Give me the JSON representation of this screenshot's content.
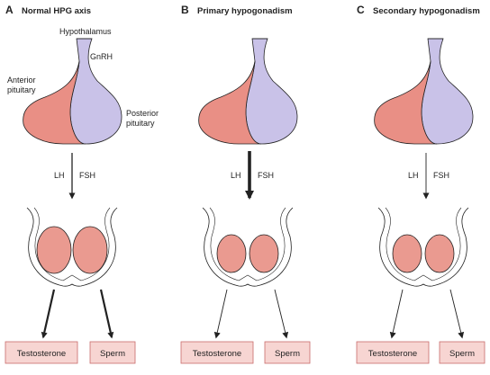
{
  "colors": {
    "anterior_fill": "#e98f85",
    "posterior_fill": "#c9c2e8",
    "output_box_fill": "#f7d5d2",
    "output_box_stroke": "#c96b6b",
    "testis_fill": "#ea9a90",
    "scrotum_fill": "#ffffff",
    "line": "#222222"
  },
  "panels": [
    {
      "letter": "A",
      "title": "Normal HPG axis",
      "hypothalamus_label": "Hypothalamus",
      "gnrh_label": "GnRH",
      "anterior_label_line1": "Anterior",
      "anterior_label_line2": "pituitary",
      "posterior_label_line1": "Posterior",
      "posterior_label_line2": "pituitary",
      "lh_label": "LH",
      "fsh_label": "FSH",
      "hormone_arrow": "normal",
      "output_arrows": "thick",
      "testosterone_label": "Testosterone",
      "sperm_label": "Sperm"
    },
    {
      "letter": "B",
      "title": "Primary hypogonadism",
      "lh_label": "LH",
      "fsh_label": "FSH",
      "hormone_arrow": "thick",
      "output_arrows": "thin",
      "testosterone_label": "Testosterone",
      "sperm_label": "Sperm"
    },
    {
      "letter": "C",
      "title": "Secondary hypogonadism",
      "lh_label": "LH",
      "fsh_label": "FSH",
      "hormone_arrow": "thin",
      "output_arrows": "thin",
      "testosterone_label": "Testosterone",
      "sperm_label": "Sperm"
    }
  ]
}
